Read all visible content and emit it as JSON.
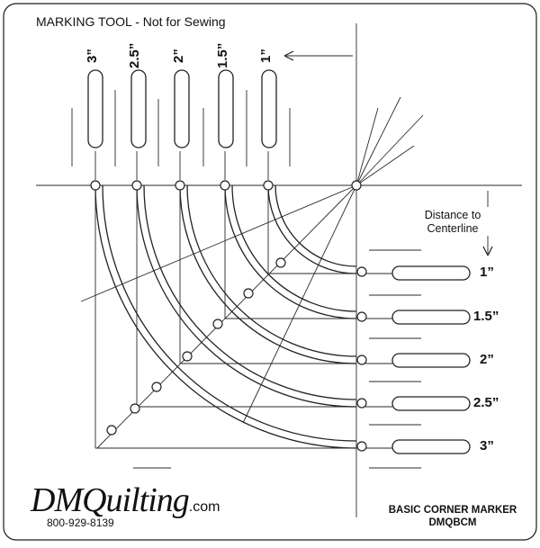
{
  "header": {
    "title": "MARKING TOOL - Not for Sewing"
  },
  "top_labels": [
    "3”",
    "2.5”",
    "2”",
    "1.5”",
    "1”"
  ],
  "side_labels": [
    "1”",
    "1.5”",
    "2”",
    "2.5”",
    "3”"
  ],
  "distance": {
    "line1": "Distance to",
    "line2": "Centerline"
  },
  "brand": {
    "name": "DMQuilting",
    "suffix": ".com",
    "phone": "800-929-8139"
  },
  "product": {
    "name": "BASIC CORNER MARKER",
    "code": "DMQBCM"
  },
  "colors": {
    "ink": "#1a1a1a",
    "background": "#ffffff"
  }
}
